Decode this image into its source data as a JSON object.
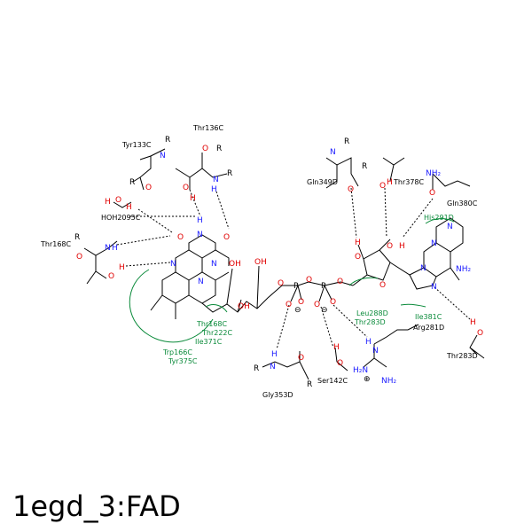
{
  "title": "1egd_3:FAD",
  "colors": {
    "bond": "#000000",
    "nitrogen": "#1c1cff",
    "oxygen": "#e00000",
    "hydrophobic": "#0a8a3a",
    "text": "#000000"
  },
  "residues": {
    "thr136c": "Thr136C",
    "tyr133c": "Tyr133C",
    "hoh2095c": "HOH2095C",
    "thr168c": "Thr168C",
    "gln349d": "Gln349D",
    "thr378c": "Thr378C",
    "gln380c": "Gln380C",
    "ser142c": "Ser142C",
    "gly353d": "Gly353D",
    "arg281d": "Arg281D",
    "thr283d": "Thr283D"
  },
  "hydrophobic_labels": {
    "his291d": "His291D",
    "thr168c_thr222c_ile371c": [
      "Thr168C",
      "Thr222C",
      "Ile371C"
    ],
    "trp166c_tyr375c": [
      "Trp166C",
      "Tyr375C"
    ],
    "leu288d_thr283d": [
      "Leu288D",
      "Thr283D"
    ],
    "ile381c": "Ile381C"
  }
}
